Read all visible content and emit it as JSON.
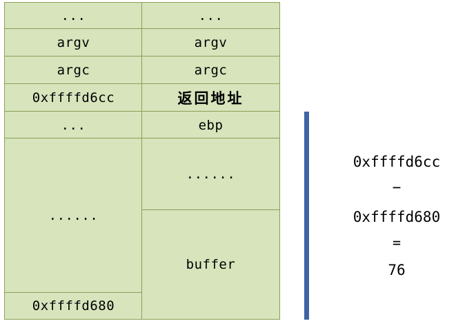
{
  "stack": {
    "left": {
      "row1": "...",
      "row2": "argv",
      "row3": "argc",
      "row4": "0xffffd6cc",
      "row5": "...",
      "row6": "......",
      "row7": "0xffffd680"
    },
    "right": {
      "row1": "...",
      "row2": "argv",
      "row3": "argc",
      "row4": "返回地址",
      "row5": "ebp",
      "row6": "......",
      "row7": "buffer"
    }
  },
  "calculation": {
    "operand1": "0xffffd6cc",
    "minus": "−",
    "operand2": "0xffffd680",
    "equals": "=",
    "result": "76"
  },
  "colors": {
    "cell_fill": "#d7e4bc",
    "cell_border": "#8aa056",
    "bracket": "#3f64a3"
  }
}
